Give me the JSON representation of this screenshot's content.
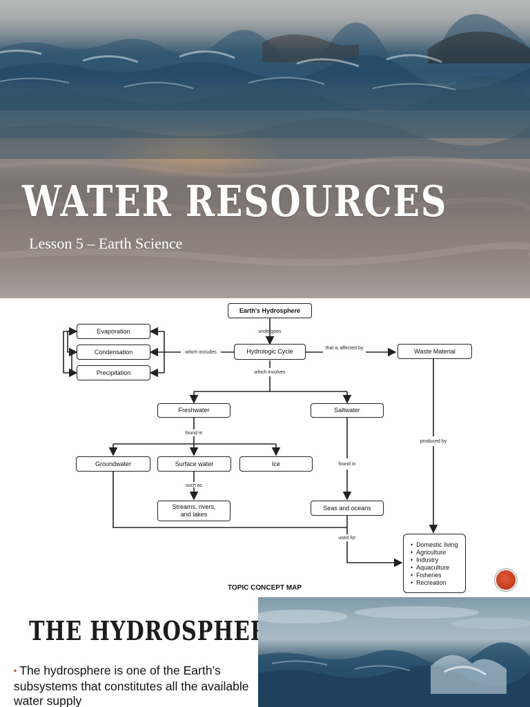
{
  "title_slide": {
    "title": "WATER RESOURCES",
    "subtitle": "Lesson 5 – Earth Science"
  },
  "concept_map": {
    "nodes": {
      "hydrosphere": "Earth's Hydrosphere",
      "hydrologic_cycle": "Hydrologic Cycle",
      "evaporation": "Evaporation",
      "condensation": "Condensation",
      "precipitation": "Precipitation",
      "waste_material": "Waste Material",
      "freshwater": "Freshwater",
      "saltwater": "Saltwater",
      "groundwater": "Groundwater",
      "surface_water": "Surface water",
      "ice": "Ice",
      "streams": "Streams, rivers, and lakes",
      "seas": "Seas and oceans"
    },
    "links": {
      "undergoes": "undergoes",
      "which_includes": "which includes",
      "affected_by": "that is affected by",
      "which_involves": "which involves",
      "found_in_fresh": "found in",
      "found_in_salt": "found in",
      "produced_by": "produced by",
      "such_as": "such as",
      "used_for": "used for"
    },
    "uses": [
      "Domestic living",
      "Agriculture",
      "Industry",
      "Aquaculture",
      "Fisheries",
      "Recreation"
    ],
    "caption": "TOPIC CONCEPT MAP"
  },
  "hydrosphere_slide": {
    "title": "THE HYDROSPHERE",
    "body": "The hydrosphere is one of the Earth’s subsystems that constitutes all the available water supply"
  },
  "colors": {
    "accent": "#c8401f",
    "line": "#222222"
  }
}
